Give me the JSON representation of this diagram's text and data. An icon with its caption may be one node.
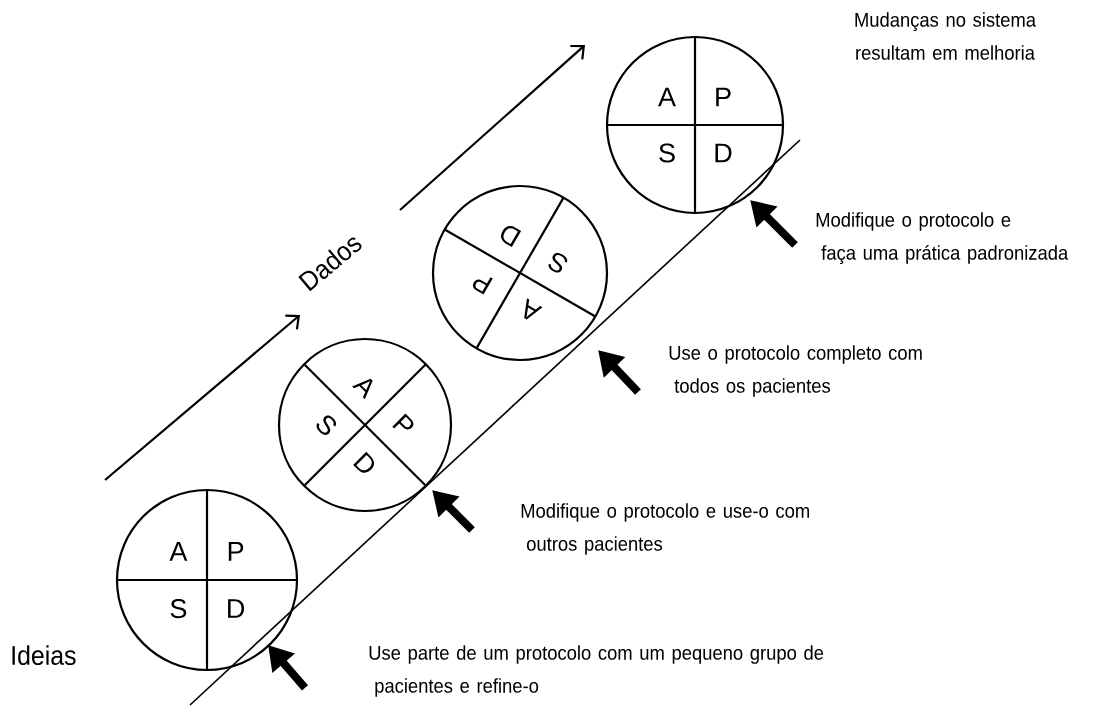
{
  "diagram": {
    "nodes": [
      {
        "text": [
          "A",
          "P",
          "S",
          "D"
        ]
      },
      {
        "text": [
          "A",
          "P",
          "S",
          "D"
        ]
      },
      {
        "text": [
          "A",
          "P",
          "S",
          "D"
        ]
      },
      {
        "text": [
          "A",
          "P",
          "S",
          "D"
        ]
      }
    ],
    "labels": [
      "Mudanças no sistema resultam em melhoria",
      "Modifique o protocolo e faça uma prática padronizada",
      "Dados",
      "Use o protocolo completo com todos os pacientes",
      "Modifique o protocolo e use-o com outros pacientes",
      "Ideias",
      "Use parte de um protocolo com um pequeno grupo de pacientes e refine-o"
    ]
  }
}
